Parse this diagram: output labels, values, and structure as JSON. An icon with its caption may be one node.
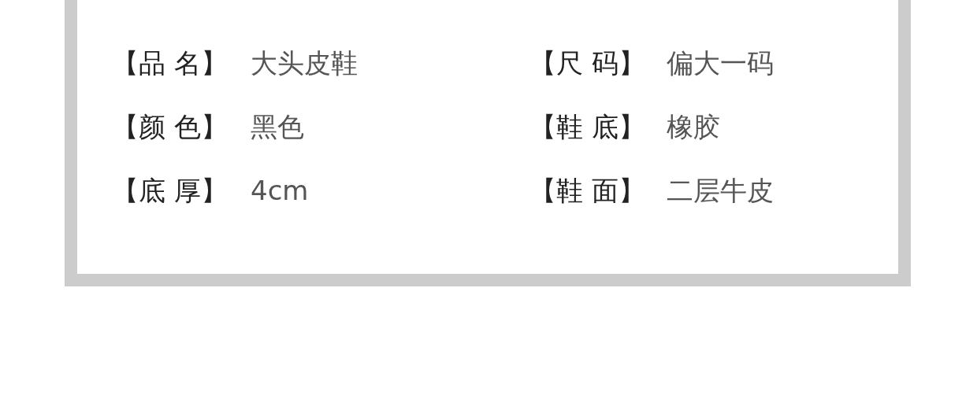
{
  "diagram": {
    "labels": [
      "【品 名】",
      "大头皮鞋",
      "【尺 码】",
      "偏大一码",
      "【颜 色】",
      "黑色",
      "【鞋 底】",
      "橡胶",
      "【底 厚】",
      "4cm",
      "【鞋 面】",
      "二层牛皮"
    ]
  }
}
